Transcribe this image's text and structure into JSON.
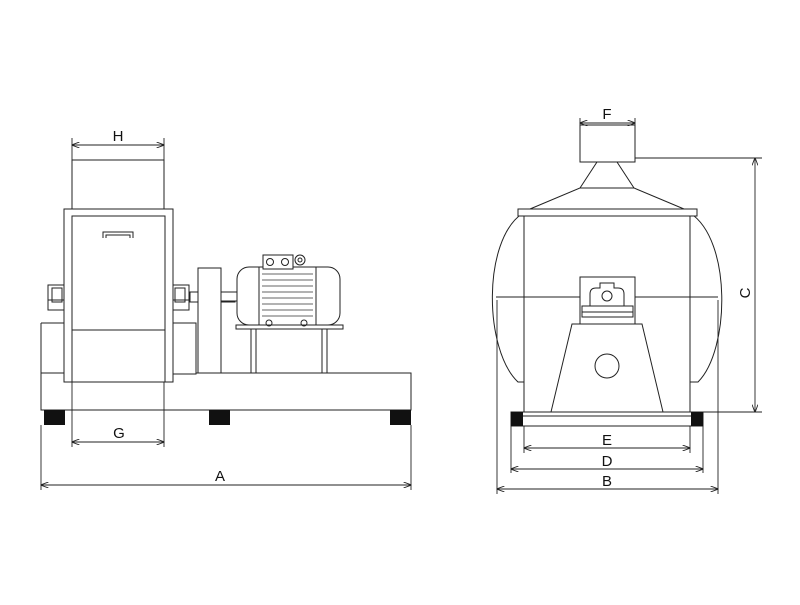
{
  "dimension_labels": {
    "A": "A",
    "B": "B",
    "C": "C",
    "D": "D",
    "E": "E",
    "F": "F",
    "G": "G",
    "H": "H"
  }
}
